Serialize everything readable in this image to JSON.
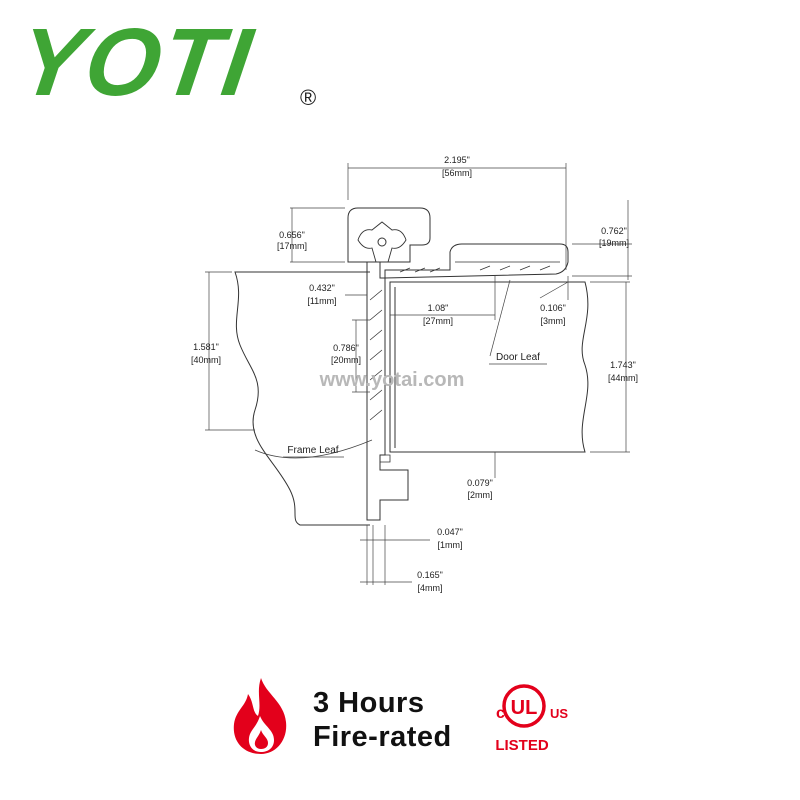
{
  "brand": {
    "logo_text": "YOTI",
    "registered_mark": "®",
    "accent_color": "#3fa535"
  },
  "diagram": {
    "watermark": "www.yotai.com",
    "dimensions": {
      "overall_width": {
        "in": "2.195\"",
        "mm": "[56mm]"
      },
      "frame_leaf_height": {
        "in": "0.656\"",
        "mm": "[17mm]"
      },
      "door_leaf_height": {
        "in": "0.762\"",
        "mm": "[19mm]"
      },
      "frame_offset": {
        "in": "0.432\"",
        "mm": "[11mm]"
      },
      "leaf_span": {
        "in": "1.08\"",
        "mm": "[27mm]"
      },
      "door_gap_top": {
        "in": "0.106\"",
        "mm": "[3mm]"
      },
      "frame_depth": {
        "in": "1.581\"",
        "mm": "[40mm]"
      },
      "hinge_section": {
        "in": "0.786\"",
        "mm": "[20mm]"
      },
      "door_depth": {
        "in": "1.743\"",
        "mm": "[44mm]"
      },
      "door_gap_bottom": {
        "in": "0.079\"",
        "mm": "[2mm]"
      },
      "gap_small": {
        "in": "0.047\"",
        "mm": "[1mm]"
      },
      "gap_total": {
        "in": "0.165\"",
        "mm": "[4mm]"
      }
    },
    "labels": {
      "door_leaf": "Door Leaf",
      "frame_leaf": "Frame Leaf"
    }
  },
  "rating": {
    "line1": "3 Hours",
    "line2": "Fire-rated",
    "flame_icon": "flame-icon",
    "flame_color": "#e3001b",
    "ul": {
      "c_letter": "c",
      "ul_letters": "UL",
      "us_letters": "US",
      "listed": "LISTED",
      "color": "#e3001b"
    }
  }
}
